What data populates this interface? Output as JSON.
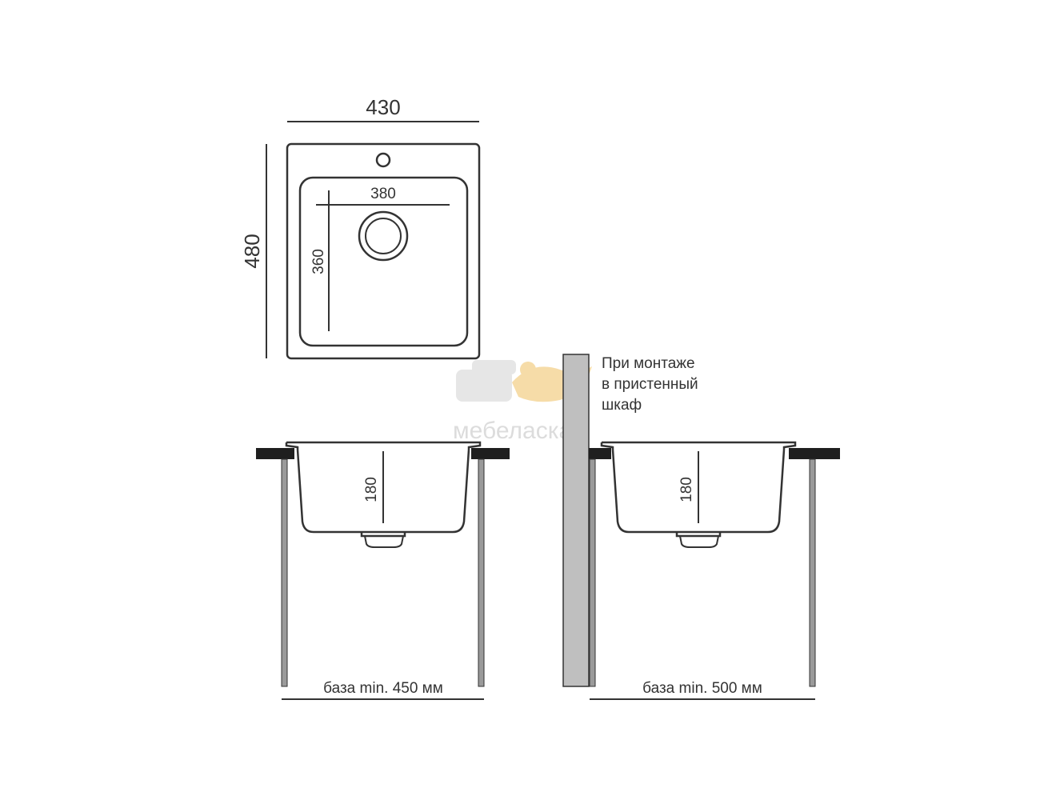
{
  "top_view": {
    "width_label": "430",
    "height_label": "480",
    "bowl_width_label": "380",
    "bowl_length_label": "360"
  },
  "side_view_standard": {
    "depth_label": "180",
    "base_label": "база min. 450 мм"
  },
  "side_view_wall": {
    "depth_label": "180",
    "base_label": "база min. 500 мм",
    "note_lines": [
      "При монтаже",
      "в пристенный",
      "шкаф"
    ]
  },
  "watermark": {
    "text": "мебеласка"
  },
  "colors": {
    "outline": "#333333",
    "countertop": "#1f1f1f",
    "leg": "#9a9a9a",
    "wall_panel": "#bfbfbf",
    "watermark_gray": "#dedede",
    "watermark_orange": "#f5d9a0"
  }
}
